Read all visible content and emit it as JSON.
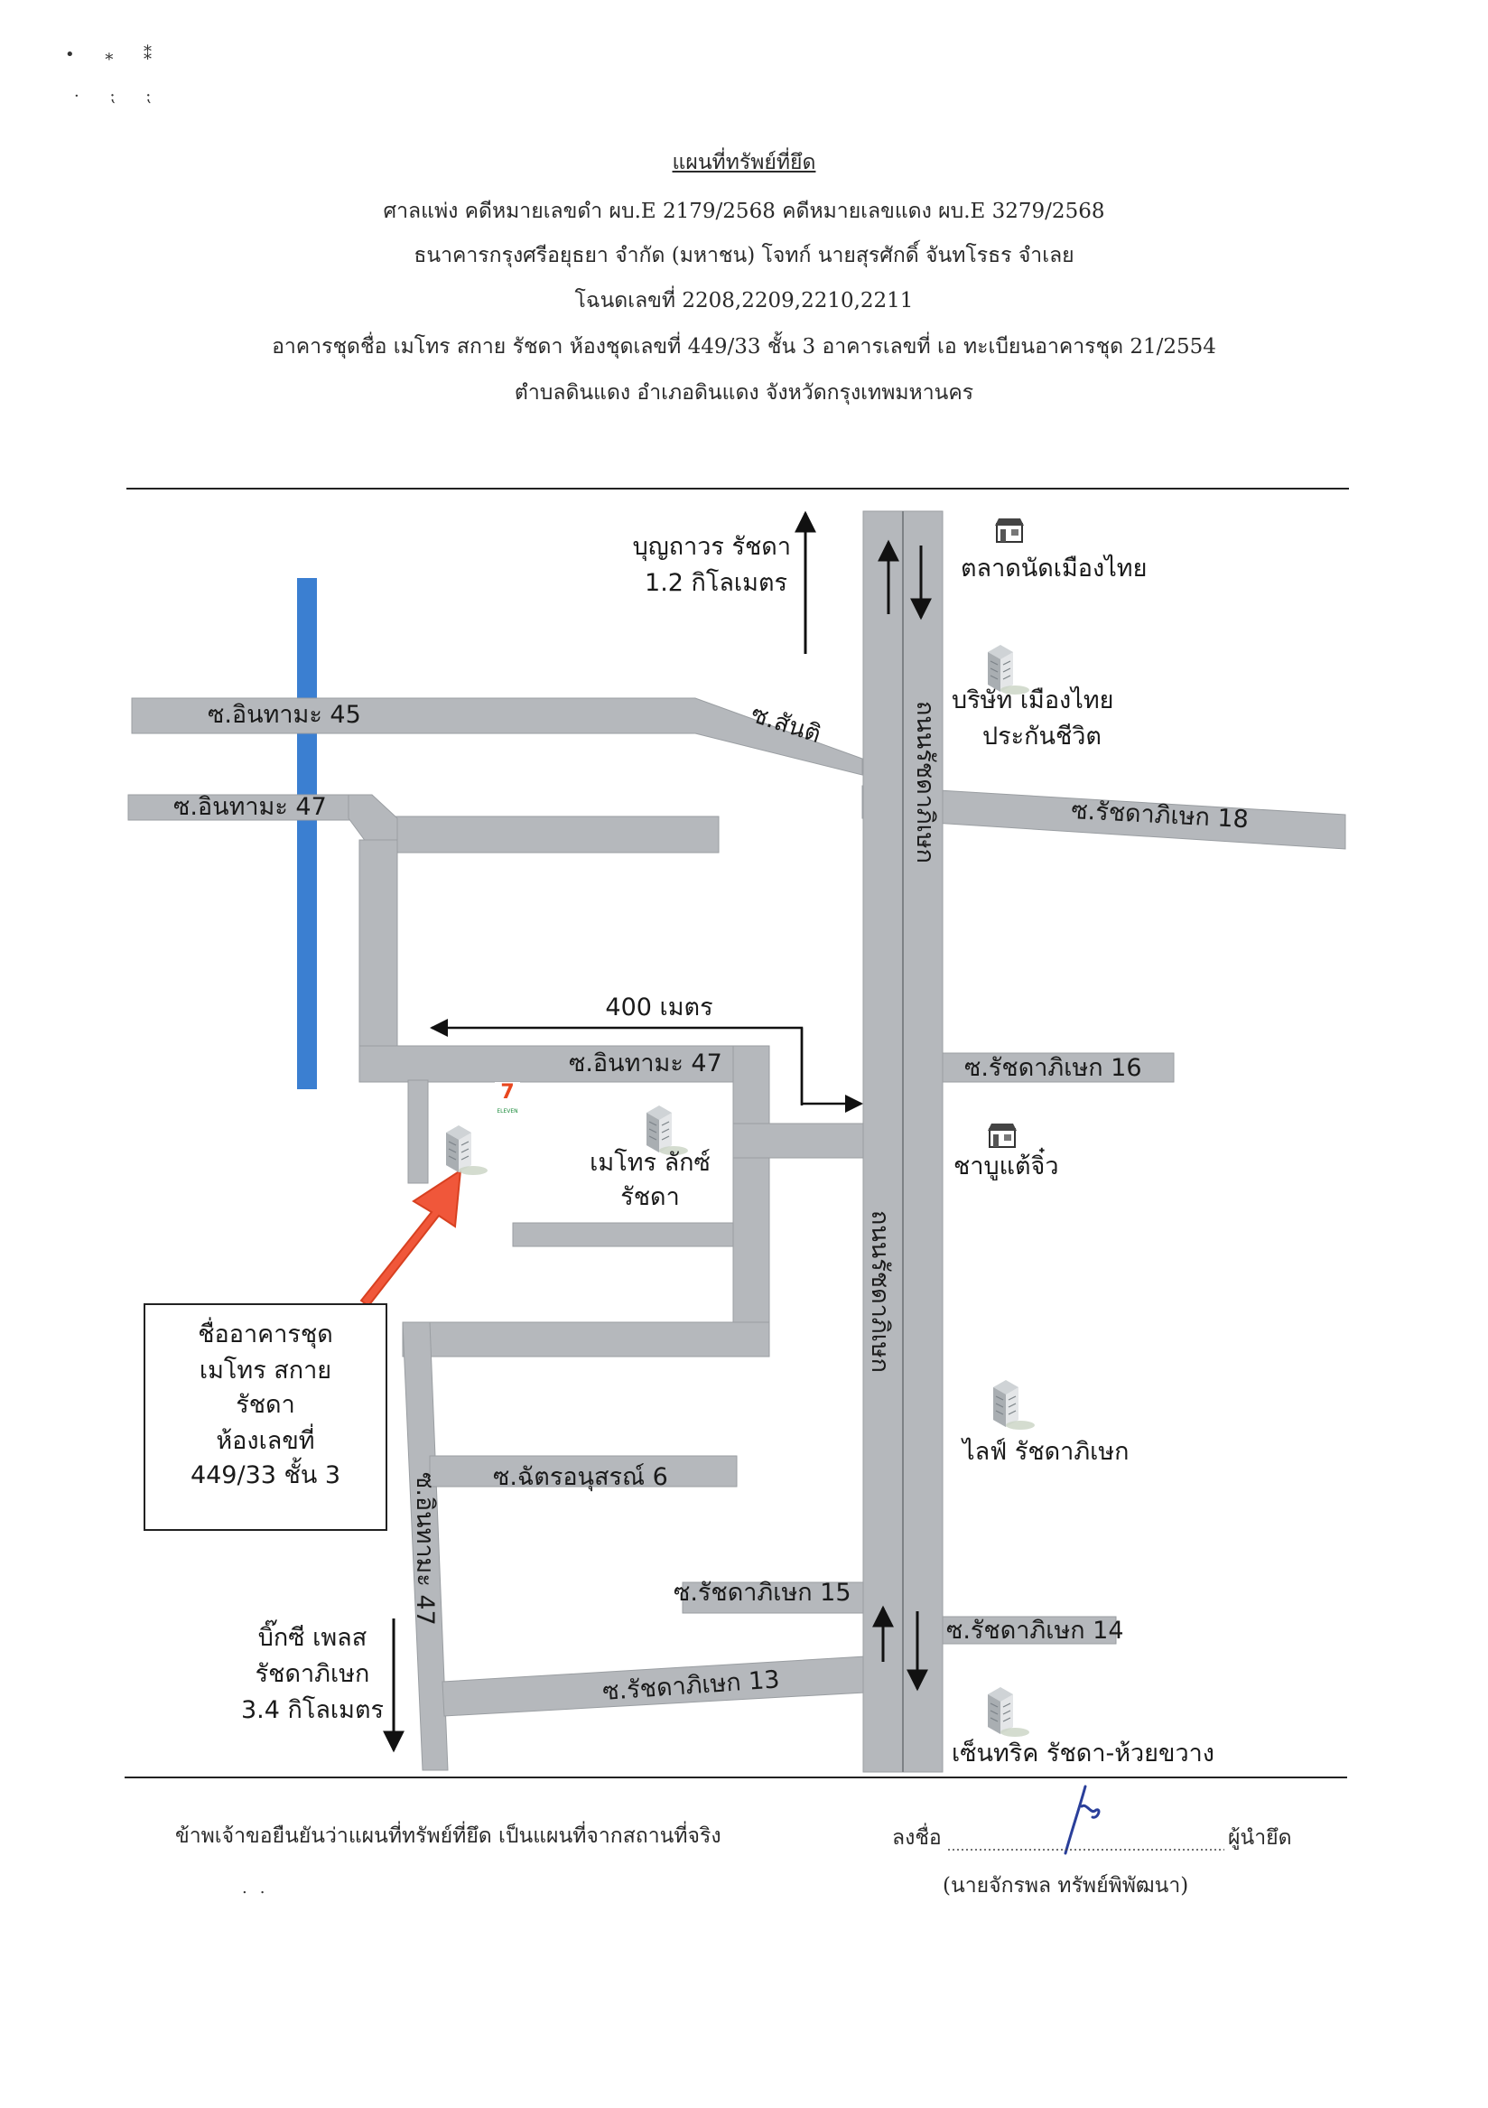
{
  "header": {
    "title": "แผนที่ทรัพย์ที่ยึด",
    "line1": "ศาลแพ่ง   คดีหมายเลขดำ ผบ.E 2179/2568  คดีหมายเลขแดง ผบ.E 3279/2568",
    "line2": "ธนาคารกรุงศรีอยุธยา  จำกัด (มหาชน)  โจทก์ นายสุรศักดิ์ จันทโรธร    จำเลย",
    "line3": "โฉนดเลขที่ 2208,2209,2210,2211",
    "line4": "อาคารชุดชื่อ  เมโทร สกาย รัชดา     ห้องชุดเลขที่ 449/33  ชั้น 3  อาคารเลขที่ เอ ทะเบียนอาคารชุด 21/2554",
    "line5": "ตำบลดินแดง  อำเภอดินแดง  จังหวัดกรุงเทพมหานคร"
  },
  "map": {
    "roads": {
      "main_road_upper": "ถนนรัชดาภิเษก",
      "main_road_lower": "ถนนรัชดาภิเษก",
      "soi_inthamara_45": "ซ.อินทามะ 45",
      "soi_inthamara_47_top": "ซ.อินทามะ 47",
      "soi_inthamara_47_mid": "ซ.อินทามะ 47",
      "soi_inthamara_47_vertical": "ซ.อินทามะ 47",
      "soi_santi": "ซ.สันติ",
      "soi_ratchada_18": "ซ.รัชดาภิเษก 18",
      "soi_ratchada_16": "ซ.รัชดาภิเษก 16",
      "soi_chatonusorn_6": "ซ.ฉัตรอนุสรณ์ 6",
      "soi_ratchada_15": "ซ.รัชดาภิเษก 15",
      "soi_ratchada_14": "ซ.รัชดาภิเษก 14",
      "soi_ratchada_13": "ซ.รัชดาภิเษก 13"
    },
    "landmarks": {
      "talad_nat": "ตลาดนัดเมืองไทย",
      "muang_thai_1": "บริษัท เมืองไทย",
      "muang_thai_2": "ประกันชีวิต",
      "shabu": "ชาบูแต้จิ๋ว",
      "life_ratchada": "ไลฟ์ รัชดาภิเษก",
      "centric": "เซ็นทริค รัชดา-ห้วยขวาง",
      "metro_lux_1": "เมโทร ลักซ์",
      "metro_lux_2": "รัชดา",
      "seven_eleven_caption": "ELEVEN"
    },
    "directions": {
      "boonthavorn_1": "บุญถาวร รัชดา",
      "boonthavorn_2": "1.2 กิโลเมตร",
      "bigc_1": "บิ๊กซี เพลส",
      "bigc_2": "รัชดาภิเษก",
      "bigc_3": "3.4 กิโลเมตร",
      "distance": "400 เมตร"
    },
    "target_box": {
      "line1": "ชื่ออาคารชุด",
      "line2": "เมโทร สกาย",
      "line3": "รัชดา",
      "line4": "ห้องเลขที่",
      "line5": "449/33 ชั้น 3"
    },
    "colors": {
      "road": "#b5b8bc",
      "road_edge": "#8e9296",
      "canal": "#3b7fd1",
      "arrow": "#f0573a",
      "seven_eleven": "#e8471f"
    }
  },
  "footer": {
    "statement": "ข้าพเจ้าขอยืนยันว่าแผนที่ทรัพย์ที่ยึด เป็นแผนที่จากสถานที่จริง",
    "sign_label": "ลงชื่อ",
    "sign_role": "ผู้นำยึด",
    "signer": "(นายจักรพล    ทรัพย์พิพัฒนา)"
  }
}
